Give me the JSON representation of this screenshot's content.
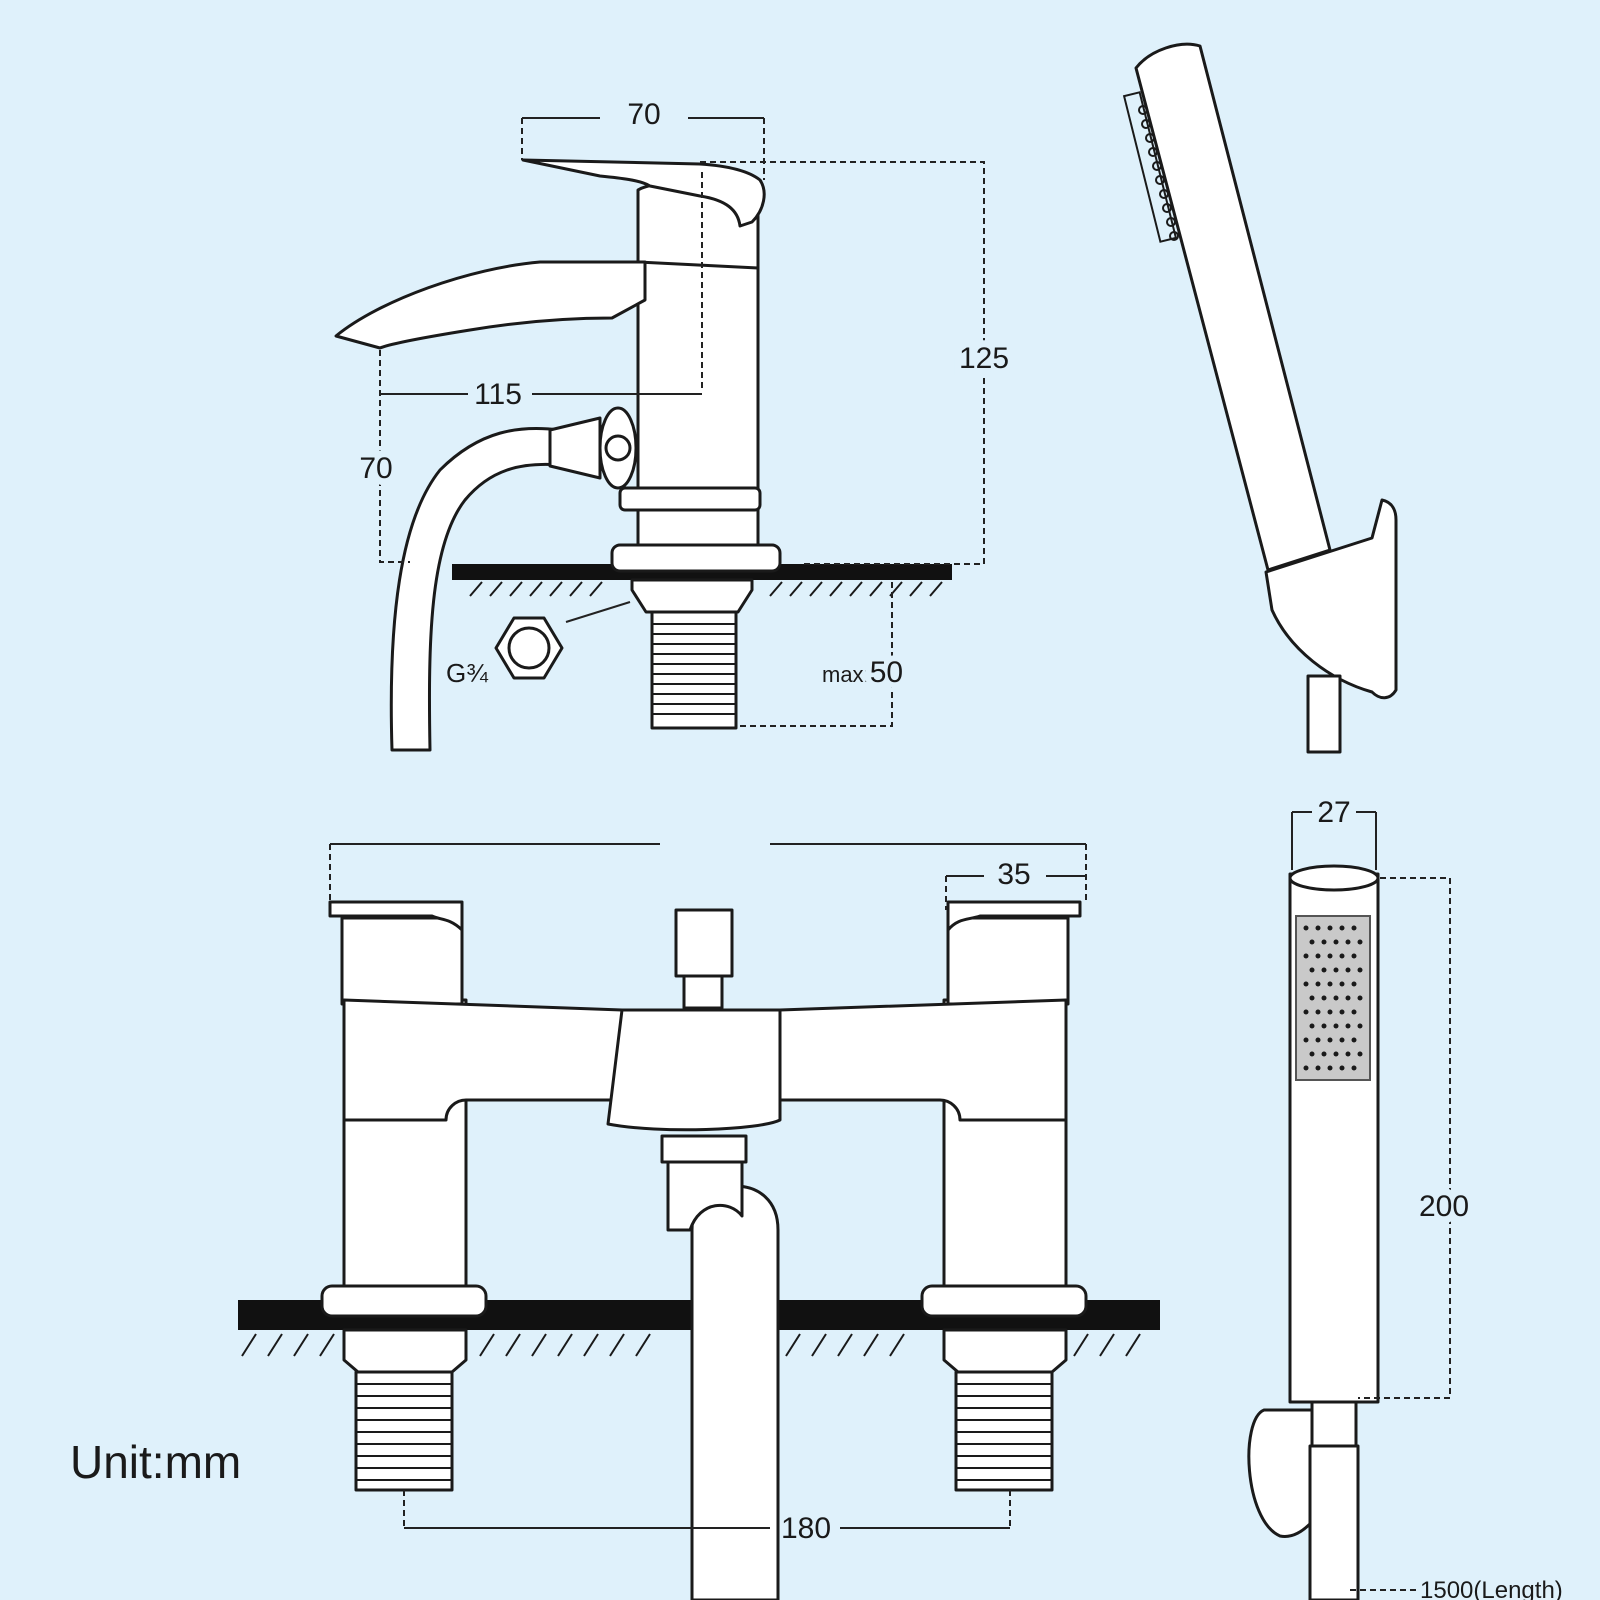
{
  "labels": {
    "side_top_width": "70",
    "side_height": "125",
    "side_spout_reach": "115",
    "side_spout_height": "70",
    "thread": "G¾",
    "max_prefix": "max:",
    "max_value": "50",
    "front_handle_width": "35",
    "front_centres": "180",
    "handset_width": "27",
    "handset_length": "200",
    "hose_length": "1500(Length)",
    "unit": "Unit:mm"
  }
}
